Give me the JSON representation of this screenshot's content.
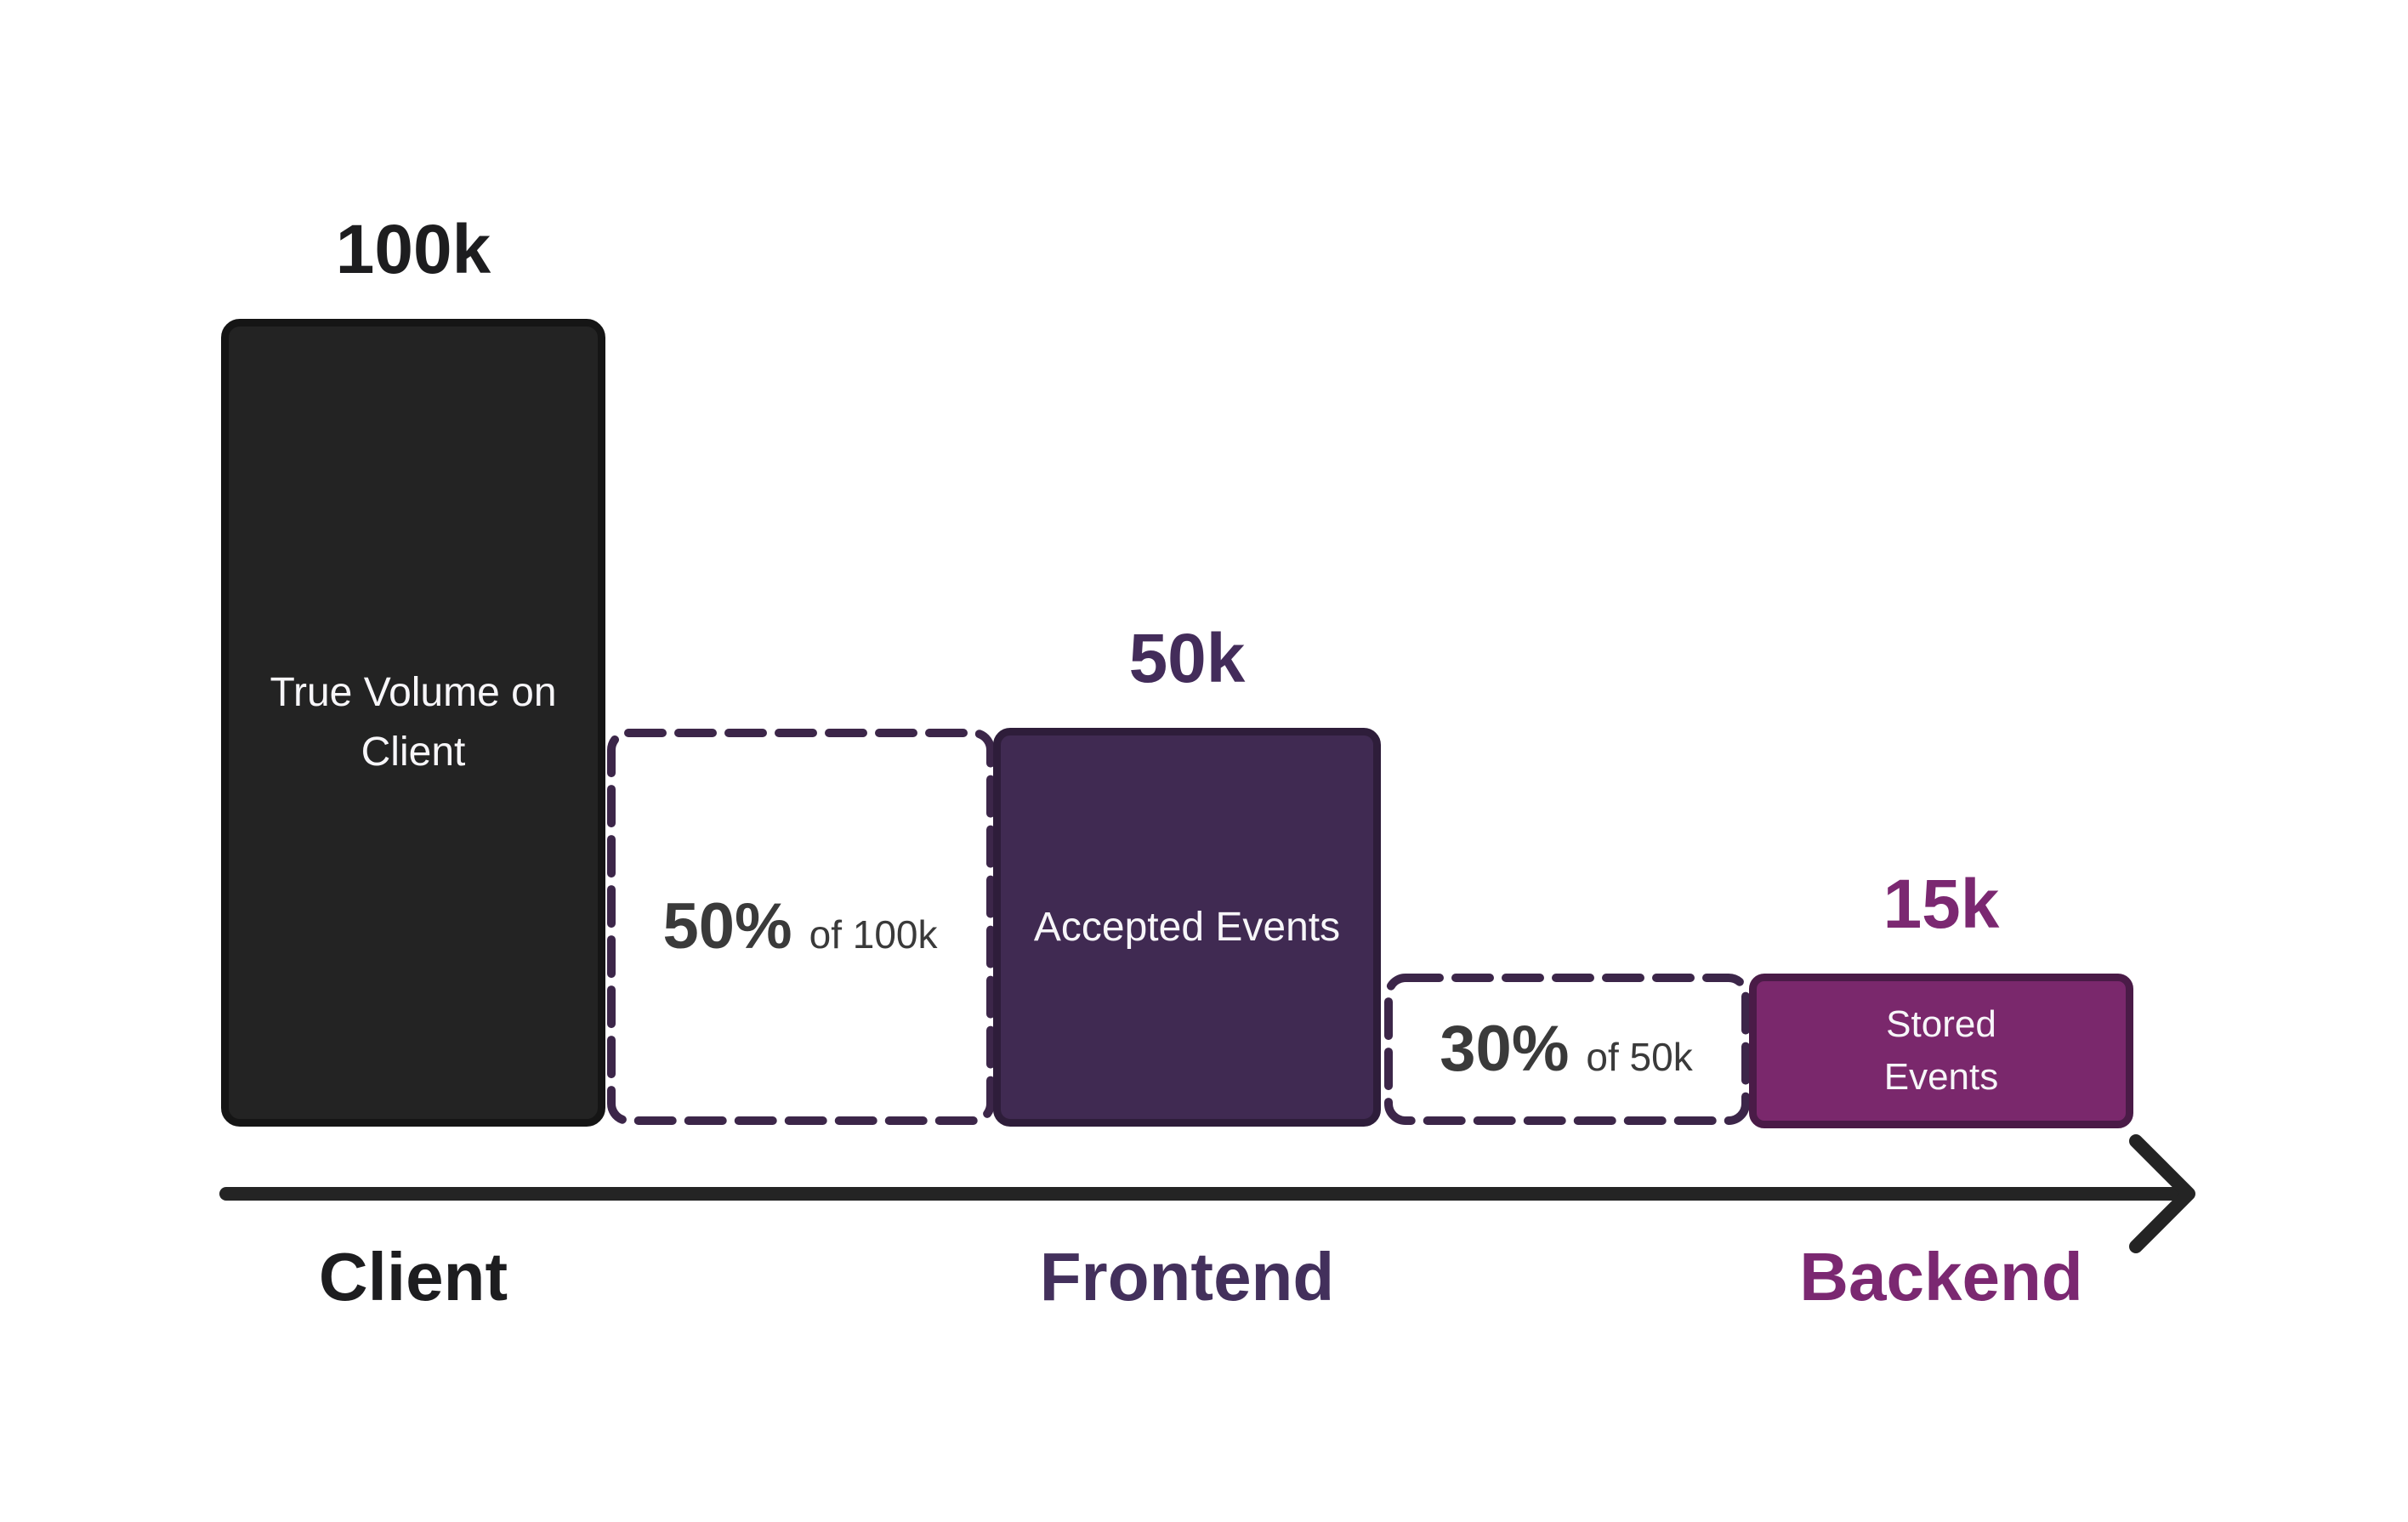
{
  "chart_data": {
    "type": "bar",
    "title": "",
    "xlabel": "",
    "ylabel": "",
    "categories": [
      "Client",
      "Frontend",
      "Backend"
    ],
    "values": [
      100000,
      50000,
      15000
    ],
    "value_labels": [
      "100k",
      "50k",
      "15k"
    ],
    "bar_labels": [
      "True Volume on Client",
      "Accepted Events",
      "Stored Events"
    ],
    "annotations": [
      "50% of 100k",
      "30% of 50k"
    ],
    "legend_position": "none",
    "grid": false,
    "ylim": [
      0,
      100000
    ]
  },
  "stages": [
    {
      "value_label": "100k",
      "bar_label": "True Volume on Client",
      "axis_label": "Client"
    },
    {
      "value_label": "50k",
      "bar_label": "Accepted Events",
      "axis_label": "Frontend"
    },
    {
      "value_label": "15k",
      "bar_label": "Stored Events",
      "axis_label": "Backend"
    }
  ],
  "transitions": [
    {
      "pct": "50%",
      "of": "of 100k"
    },
    {
      "pct": "30%",
      "of": "of 50k"
    }
  ],
  "colors": {
    "background": "#ffffff",
    "client_bar_fill": "#232323",
    "client_bar_border": "#151515",
    "accepted_bar_fill": "#402a52",
    "accepted_bar_border": "#2e1d3a",
    "stored_bar_fill": "#7a286c",
    "stored_bar_border": "#4a1b47",
    "dashed_box_border": "#3c2649",
    "bar_label_text": "#f7f6f9",
    "client_text": "#1d1d1f",
    "frontend_text": "#432c5a",
    "backend_text": "#7b2871",
    "percent_text": "#3a3a3a",
    "arrow": "#242424"
  }
}
